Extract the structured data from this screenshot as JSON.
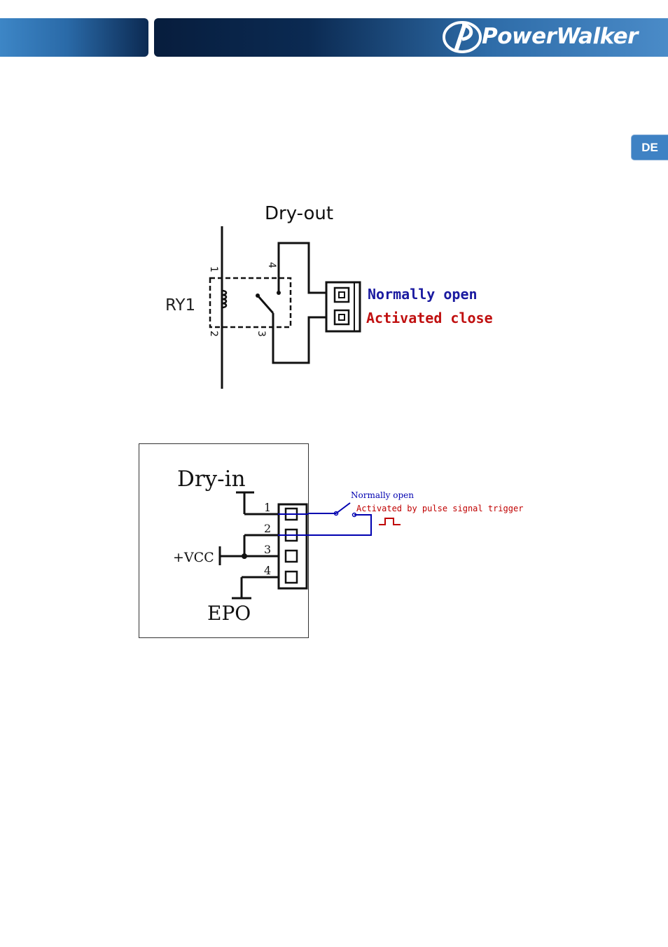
{
  "header": {
    "brand": "PowerWalker"
  },
  "language_tab": "DE",
  "dry_out": {
    "title": "Dry-out",
    "relay": "RY1",
    "pin_1": "1",
    "pin_2": "2",
    "pin_3": "3",
    "pin_4": "4",
    "normally_open": "Normally open",
    "activated_close": "Activated close",
    "colors": {
      "normally_open": "#1a1aa0",
      "activated_close": "#c01010"
    }
  },
  "dry_in": {
    "title": "Dry-in",
    "vcc": "+VCC",
    "epo": "EPO",
    "pin_1": "1",
    "pin_2": "2",
    "pin_3": "3",
    "pin_4": "4",
    "normally_open": "Normally open",
    "activated_by": "Activated by pulse signal trigger",
    "colors": {
      "wire": "#0000b0",
      "normally_open": "#0000b0",
      "activated_by": "#c00000"
    }
  }
}
